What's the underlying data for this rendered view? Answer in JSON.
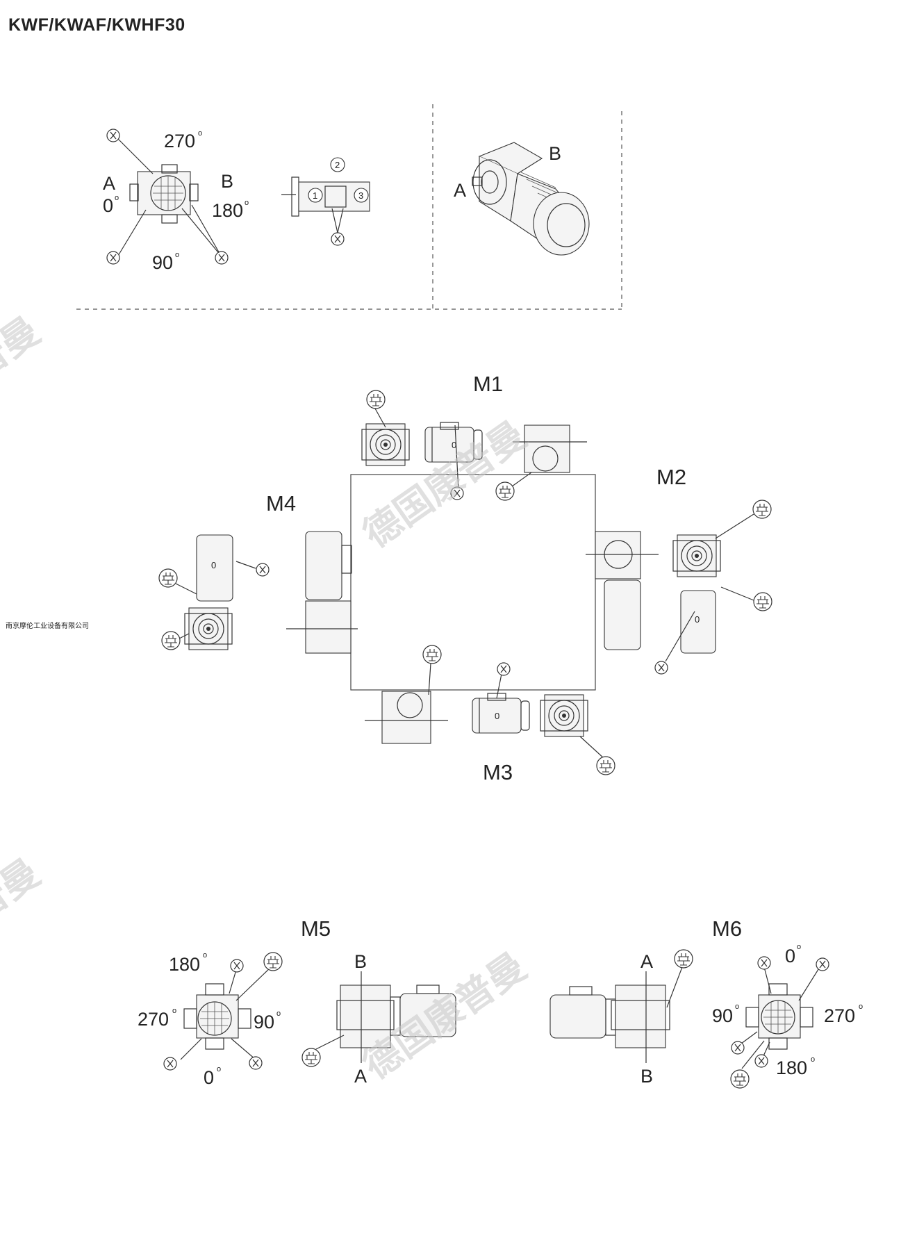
{
  "title": "KWF/KWAF/KWHF30",
  "company": "南京摩伦工业设备有限公司",
  "watermark": "德国康普曼",
  "legend": {
    "angle_270": "270",
    "angle_0": "0",
    "angle_180": "180",
    "angle_90": "90",
    "degree": "o",
    "side_a": "A",
    "side_b": "B",
    "x_mark": "X",
    "pos_1": "1",
    "pos_2": "2",
    "pos_3": "3"
  },
  "iso_view": {
    "label_a": "A",
    "label_b": "B"
  },
  "mounting_positions": [
    {
      "id": "m1",
      "label": "M1"
    },
    {
      "id": "m2",
      "label": "M2"
    },
    {
      "id": "m3",
      "label": "M3"
    },
    {
      "id": "m4",
      "label": "M4"
    },
    {
      "id": "m5",
      "label": "M5"
    },
    {
      "id": "m6",
      "label": "M6"
    }
  ],
  "motor_angle": "0",
  "m5": {
    "top": "180",
    "left": "270",
    "right": "90",
    "bottom": "0",
    "side_top": "B",
    "side_bottom": "A"
  },
  "m6": {
    "top": "0",
    "left": "90",
    "right": "270",
    "bottom": "180",
    "side_top": "A",
    "side_bottom": "B"
  }
}
